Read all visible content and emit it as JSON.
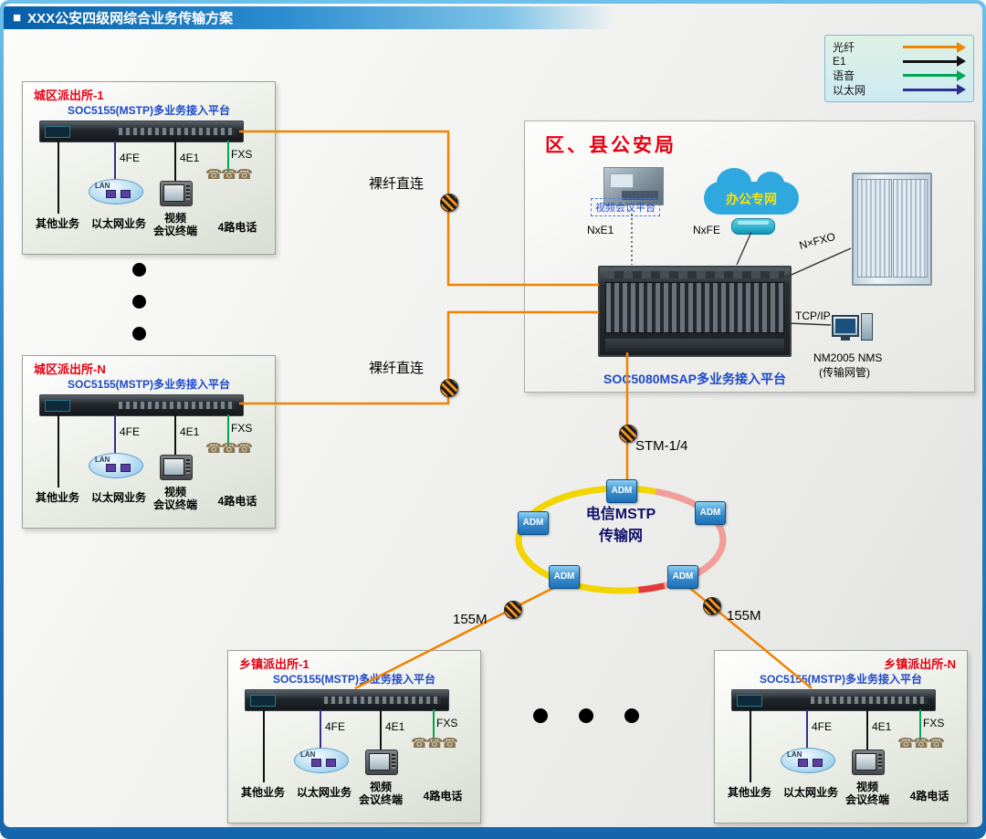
{
  "header": {
    "bullet": "■",
    "title": "XXX公安四级网综合业务传输方案"
  },
  "legend": {
    "items": [
      {
        "label": "光纤",
        "color": "#F08300"
      },
      {
        "label": "E1",
        "color": "#111111"
      },
      {
        "label": "语音",
        "color": "#00A651"
      },
      {
        "label": "以太网",
        "color": "#2F2F8F"
      }
    ]
  },
  "stations": [
    {
      "name": "城区派出所-1"
    },
    {
      "name": "城区派出所-N"
    },
    {
      "name": "乡镇派出所-1"
    },
    {
      "name": "乡镇派出所-N"
    }
  ],
  "station_common": {
    "platform": "SOC5155(MSTP)多业务接入平台",
    "ports": {
      "fe": "4FE",
      "e1": "4E1",
      "fxs": "FXS"
    },
    "lan": "LAN",
    "services": {
      "other": "其他业务",
      "ethernet": "以太网业务",
      "video_line1": "视频",
      "video_line2": "会议终端",
      "phone": "4路电话"
    }
  },
  "bureau": {
    "title": "区、县公安局",
    "video_platform": "视频会议平台",
    "office_network": "办公专网",
    "nxe1": "NxE1",
    "nxfe": "NxFE",
    "nxfxo": "N×FXO",
    "tcpip": "TCP/IP",
    "nms_line1": "NM2005 NMS",
    "nms_line2": "(传输网管)",
    "device_label": "SOC5080MSAP多业务接入平台"
  },
  "ring": {
    "line1": "电信MSTP",
    "line2": "传输网",
    "node": "ADM"
  },
  "links": {
    "bare_fiber": "裸纤直连",
    "stm": "STM-1/4",
    "m155": "155M"
  },
  "colors": {
    "fiber": "#F08300",
    "e1": "#111111",
    "voice": "#00A651",
    "ethernet": "#2F2F8F",
    "title_red": "#E60012",
    "platform_blue": "#1F49C7",
    "office_cloud": "#2FA8DF"
  }
}
